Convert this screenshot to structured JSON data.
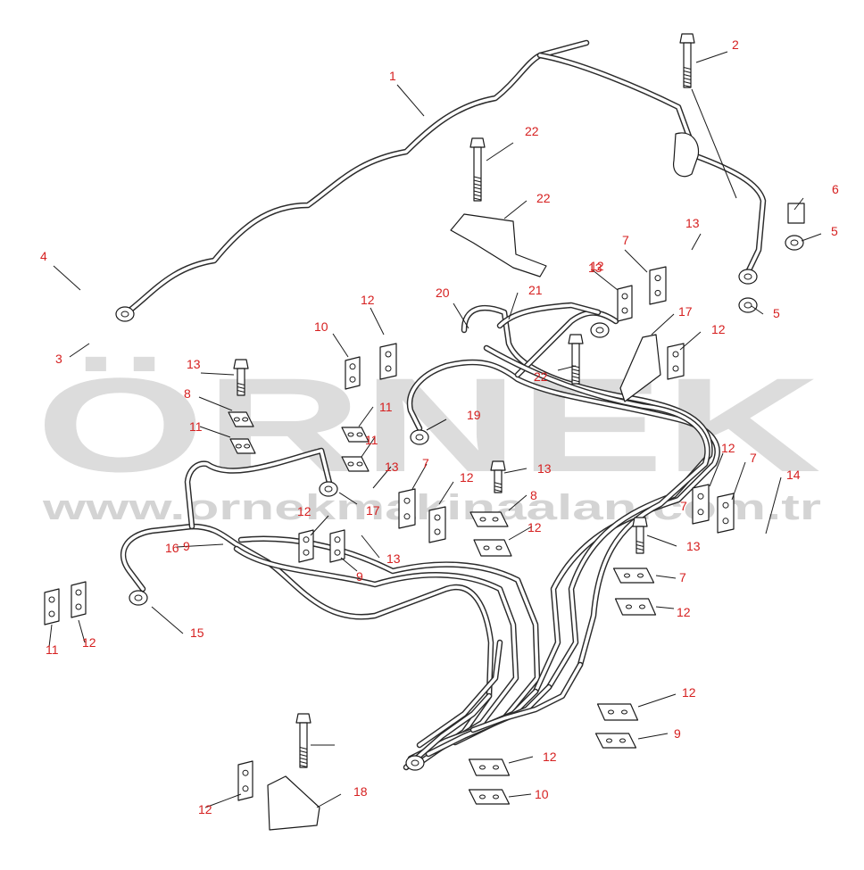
{
  "watermark": {
    "brand": "ÖRNEK",
    "url": "www.ornekmakinaalan.com.tr"
  },
  "labels": [
    "1",
    "2",
    "3",
    "4",
    "5",
    "5",
    "6",
    "7",
    "7",
    "7",
    "7",
    "7",
    "8",
    "8",
    "9",
    "9",
    "9",
    "10",
    "10",
    "11",
    "11",
    "11",
    "11",
    "12",
    "12",
    "12",
    "12",
    "12",
    "12",
    "12",
    "12",
    "12",
    "12",
    "12",
    "12",
    "13",
    "13",
    "13",
    "13",
    "13",
    "13",
    "13",
    "14",
    "15",
    "16",
    "17",
    "17",
    "18",
    "19",
    "20",
    "21",
    "22",
    "22",
    "22"
  ]
}
